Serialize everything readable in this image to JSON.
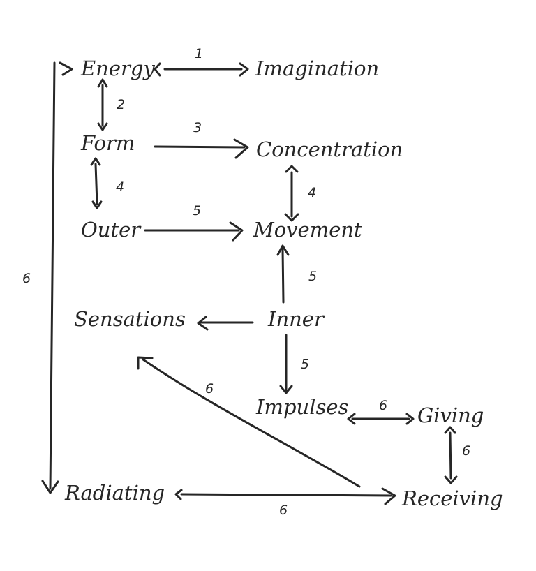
{
  "diagram": {
    "nodes": {
      "energy": "Energy",
      "imagination": "Imagination",
      "form": "Form",
      "concentration": "Concentration",
      "outer": "Outer",
      "movement": "Movement",
      "sensations": "Sensations",
      "inner": "Inner",
      "impulses": "Impulses",
      "giving": "Giving",
      "radiating": "Radiating",
      "receiving": "Receiving"
    },
    "edges": {
      "energy_imagination": "1",
      "energy_form": "2",
      "form_concentration": "3",
      "form_outer": "4",
      "concentration_movement": "4",
      "outer_movement": "5",
      "inner_movement": "5",
      "inner_impulses": "5",
      "energy_radiating": "6",
      "receiving_sensations": "6",
      "impulses_giving": "6",
      "giving_receiving": "6",
      "radiating_receiving": "6"
    },
    "colors": {
      "ink": "#262626",
      "background": "#ffffff"
    }
  }
}
